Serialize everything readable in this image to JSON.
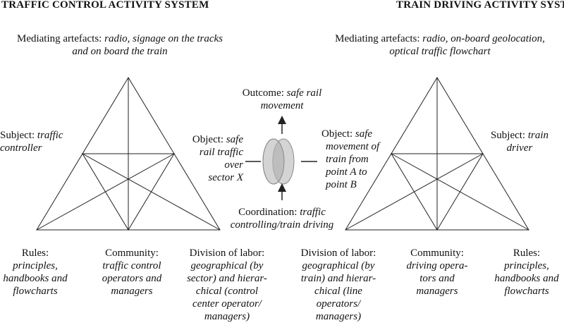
{
  "left": {
    "title": "TRAFFIC CONTROL ACTIVITY SYSTEM",
    "mediating_label": "Mediating artefacts:",
    "mediating_value_1": "radio, signage on the tracks",
    "mediating_value_2": "and on board the train",
    "subject_label": "Subject:",
    "subject_value_1": "traffic",
    "subject_value_2": "controller",
    "object_label": "Object:",
    "object_value_1": "safe",
    "object_value_2": "rail traffic",
    "object_value_3": "over",
    "object_value_4": "sector X",
    "rules_label": "Rules:",
    "rules_value_1": "principles,",
    "rules_value_2": "handbooks and",
    "rules_value_3": "flowcharts",
    "community_label": "Community:",
    "community_value_1": "traffic control",
    "community_value_2": "operators and",
    "community_value_3": "managers",
    "division_label": "Division of labor:",
    "division_value_1": "geographical (by",
    "division_value_2": "sector) and hierar-",
    "division_value_3": "chical (control",
    "division_value_4": "center operator/",
    "division_value_5": "managers)"
  },
  "right": {
    "title": "TRAIN DRIVING ACTIVITY SYSTEM",
    "mediating_label": "Mediating artefacts:",
    "mediating_value_1": "radio, on-board geolocation,",
    "mediating_value_2": "optical traffic flowchart",
    "subject_label": "Subject:",
    "subject_value_1": "train",
    "subject_value_2": "driver",
    "object_label": "Object:",
    "object_value_1": "safe",
    "object_value_2": "movement of",
    "object_value_3": "train from",
    "object_value_4": "point A to",
    "object_value_5": "point B",
    "rules_label": "Rules:",
    "rules_value_1": "principles,",
    "rules_value_2": "handbooks and",
    "rules_value_3": "flowcharts",
    "community_label": "Community:",
    "community_value_1": "driving opera-",
    "community_value_2": "tors and",
    "community_value_3": "managers",
    "division_label": "Division of labor:",
    "division_value_1": "geographical (by",
    "division_value_2": "train) and hierar-",
    "division_value_3": "chical (line",
    "division_value_4": "operators/",
    "division_value_5": "managers)"
  },
  "center": {
    "outcome_label": "Outcome:",
    "outcome_value_1": "safe rail",
    "outcome_value_2": "movement",
    "coordination_label": "Coordination:",
    "coordination_value_1": "traffic",
    "coordination_value_2": "controlling/train driving"
  },
  "colors": {
    "ellipse_fill": "#d4d4d4",
    "ellipse_overlap": "#bdbdbd",
    "ellipse_stroke": "#8a8a8a",
    "line": "#222222"
  }
}
